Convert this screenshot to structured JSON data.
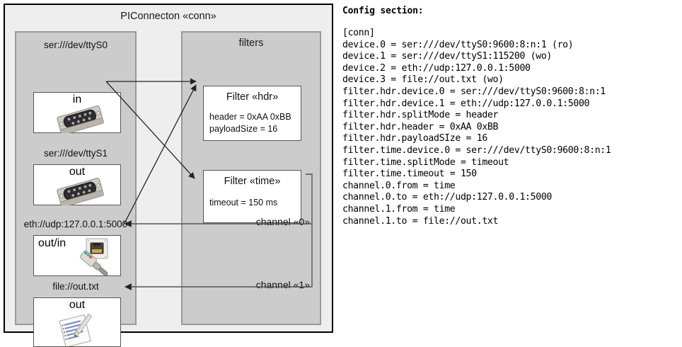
{
  "diagram": {
    "title": "PIConnecton «conn»",
    "devices_panel": {
      "devices": [
        {
          "label": "ser:///dev/ttyS0",
          "word": "in",
          "icon": "serial-port-icon"
        },
        {
          "label": "ser:///dev/ttyS1",
          "word": "out",
          "icon": "serial-port-icon"
        },
        {
          "label": "eth://udp:127.0.0.1:5000",
          "word": "out/in",
          "icon": "ethernet-jack-icon"
        },
        {
          "label": "file://out.txt",
          "word": "out",
          "icon": "text-file-icon"
        }
      ]
    },
    "filters_panel": {
      "title": "filters",
      "filters": [
        {
          "title": "Filter «hdr»",
          "props": [
            "header = 0xAA 0xBB",
            "payloadSize = 16"
          ]
        },
        {
          "title": "Filter «time»",
          "props": [
            "timeout = 150 ms"
          ]
        }
      ],
      "channels": [
        {
          "label": "channel «0»"
        },
        {
          "label": "channel «1»"
        }
      ]
    },
    "colors": {
      "outer_bg": "#eeeeee",
      "panel_bg": "#cccccc",
      "node_bg": "#ffffff",
      "stroke": "#333333"
    }
  },
  "config": {
    "heading": "Config section:",
    "lines": [
      "[conn]",
      "device.0 = ser:///dev/ttyS0:9600:8:n:1 (ro)",
      "device.1 = ser:///dev/ttyS1:115200 (wo)",
      "device.2 = eth://udp:127.0.0.1:5000",
      "device.3 = file://out.txt (wo)",
      "filter.hdr.device.0 = ser:///dev/ttyS0:9600:8:n:1",
      "filter.hdr.device.1 = eth://udp:127.0.0.1:5000",
      "filter.hdr.splitMode = header",
      "filter.hdr.header = 0xAA 0xBB",
      "filter.hdr.payloadSIze = 16",
      "filter.time.device.0 = ser:///dev/ttyS0:9600:8:n:1",
      "filter.time.splitMode = timeout",
      "filter.time.timeout = 150",
      "channel.0.from = time",
      "channel.0.to = eth://udp:127.0.0.1:5000",
      "channel.1.from = time",
      "channel.1.to = file://out.txt"
    ]
  }
}
